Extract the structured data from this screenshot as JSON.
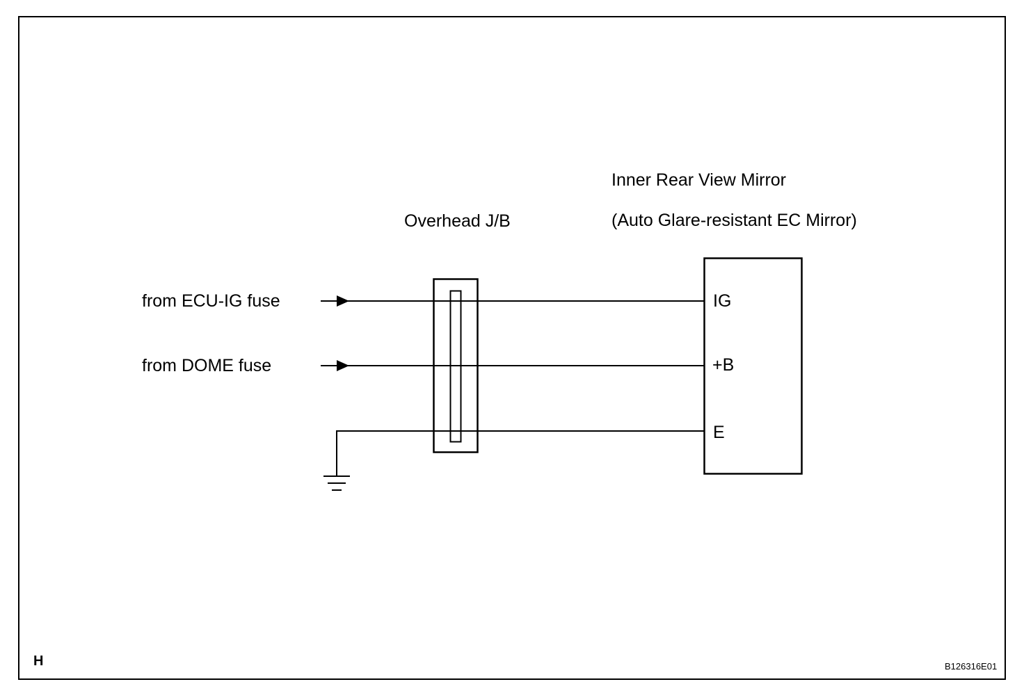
{
  "mirror": {
    "title": "Inner Rear View Mirror",
    "subtitle": "(Auto Glare-resistant EC Mirror)",
    "pins": {
      "ig": "IG",
      "b": "+B",
      "e": "E"
    }
  },
  "junction_block": {
    "label": "Overhead J/B"
  },
  "sources": {
    "ecu_ig": "from ECU-IG fuse",
    "dome": "from DOME fuse"
  },
  "footer": {
    "section_letter": "H",
    "figure_code": "B126316E01"
  },
  "colors": {
    "line": "#000000",
    "background": "#ffffff"
  }
}
